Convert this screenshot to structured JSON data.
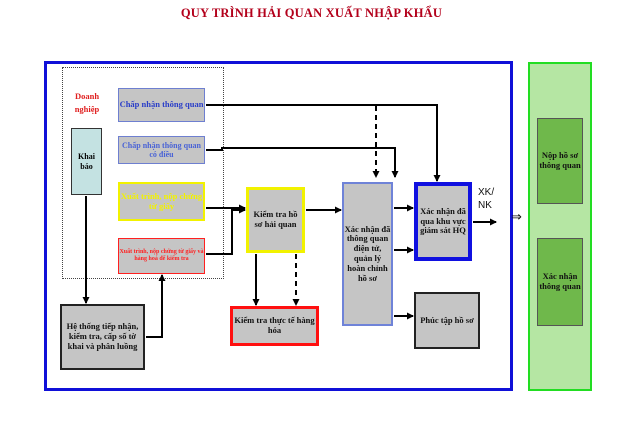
{
  "title": "QUY TRÌNH HẢI QUAN XUẤT NHẬP KHẨU",
  "nodes": {
    "enterprise": "Doanh nghiệp",
    "declare": "Khai báo",
    "accept": "Chấp nhận thông quan",
    "accept_conditional": "Chấp nhận thông quan có điều",
    "paper_submit": "Xuất trình, nộp chứng từ giấy",
    "paper_goods": "Xuất trình, nộp chứng từ giấy và hàng hoá để kiểm tra",
    "system": "Hệ thống tiếp nhận, kiểm tra, cấp số tờ khai và phân luồng",
    "check_docs": "Kiểm tra hồ sơ hải quan",
    "check_goods": "Kiểm tra thực tế hàng hóa",
    "confirm_clearance": "Xác nhận đã thông quan điện tử, quản lý hoàn chỉnh hồ sơ",
    "confirm_zone": "Xác nhận đã qua khu vực giám sát HQ",
    "review_docs": "Phúc tập hồ sơ",
    "xk_nk": "XK/ NK",
    "submit_docs": "Nộp hồ sơ thông quan",
    "confirm_customs": "Xác nhận thông quan"
  },
  "big_arrow": "⇒",
  "colors": {
    "title": "#b3001b",
    "frame_blue": "#1010d8",
    "frame_green": "#22dd22",
    "box_gray": "#c5c5c5",
    "yellow": "#f2f200",
    "red": "#ff1010",
    "green_fill": "#6fb84b"
  }
}
